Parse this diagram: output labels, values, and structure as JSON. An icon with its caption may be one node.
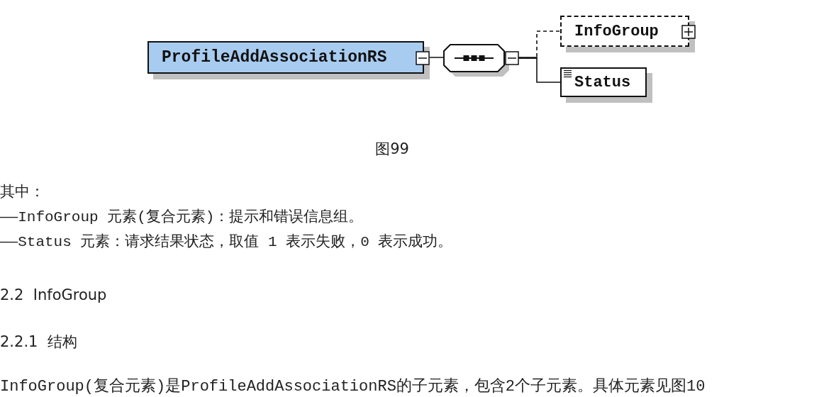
{
  "diagram": {
    "caption": "图99",
    "nodes": [
      {
        "text": [
          "ProfileAddAssociationRS"
        ]
      },
      {
        "text": [],
        "shape": "octagon"
      },
      {
        "text": [
          "InfoGroup"
        ]
      },
      {
        "text": [
          "Status"
        ]
      }
    ],
    "edges": [
      {
        "from": 0,
        "to": 1,
        "arrow": "none"
      },
      {
        "from": 1,
        "to": 2,
        "arrow": "none",
        "style": "dashed"
      },
      {
        "from": 1,
        "to": 3,
        "arrow": "none"
      }
    ],
    "labels": [
      "其中：",
      "——InfoGroup 元素(复合元素)：提示和错误信息组。",
      "——Status 元素：请求结果状态，取值 1 表示失败，0 表示成功。",
      "2.2  InfoGroup",
      "2.2.1  结构",
      "InfoGroup(复合元素)是ProfileAddAssociationRS的子元素，包含2个子元素。具体元素见图10"
    ]
  }
}
